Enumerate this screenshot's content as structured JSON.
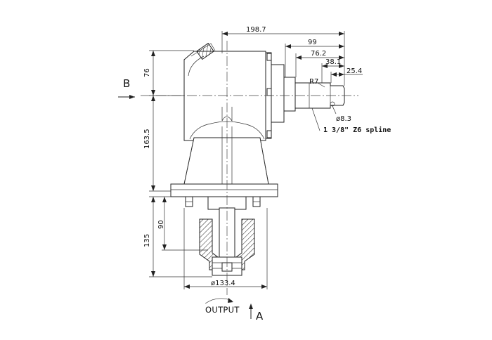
{
  "drawing": {
    "dimensions": {
      "d_198_7": "198.7",
      "d_99": "99",
      "d_76_2": "76.2",
      "d_38_1": "38.1",
      "d_25_4": "25.4",
      "d_r7": "R7",
      "d_phi_8_3": "ø8.3",
      "d_76": "76",
      "d_163_5": "163.5",
      "d_135": "135",
      "d_90": "90",
      "d_phi_133_4": "ø133.4"
    },
    "labels": {
      "view_b": "B",
      "view_a": "A",
      "output": "OUTPUT",
      "spline_note": "1 3/8\" Z6 spline"
    },
    "line_color": "#222222",
    "background_color": "#ffffff"
  }
}
